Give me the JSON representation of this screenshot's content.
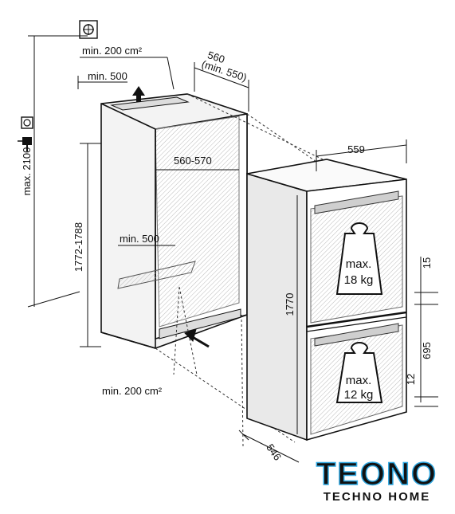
{
  "labels": {
    "vent_top_area": "min. 200 cm²",
    "vent_top_depth": "min. 500",
    "niche_depth_outer": "560",
    "niche_depth_outer_min": "(min. 550)",
    "niche_width": "560-570",
    "niche_height": "1772-1788",
    "max_height": "max. 2100",
    "vent_bottom_depth": "min. 500",
    "vent_bottom_area": "min. 200 cm²",
    "appliance_width": "559",
    "appliance_height": "1770",
    "appliance_depth": "546",
    "gap_top": "15",
    "door_bottom_height": "695",
    "gap_bottom": "12",
    "load_top_max": "max.",
    "load_top_value": "18 kg",
    "load_bottom_max": "max.",
    "load_bottom_value": "12 kg"
  },
  "brand": {
    "name": "TEONO",
    "tagline": "TECHNO HOME",
    "colors": {
      "primary": "#1d3f8f",
      "accent": "#2fa7e0"
    }
  },
  "icons": [
    "power-socket-icon",
    "plug-icon",
    "water-connection-icon",
    "weight-icon",
    "airflow-arrow-icon"
  ]
}
